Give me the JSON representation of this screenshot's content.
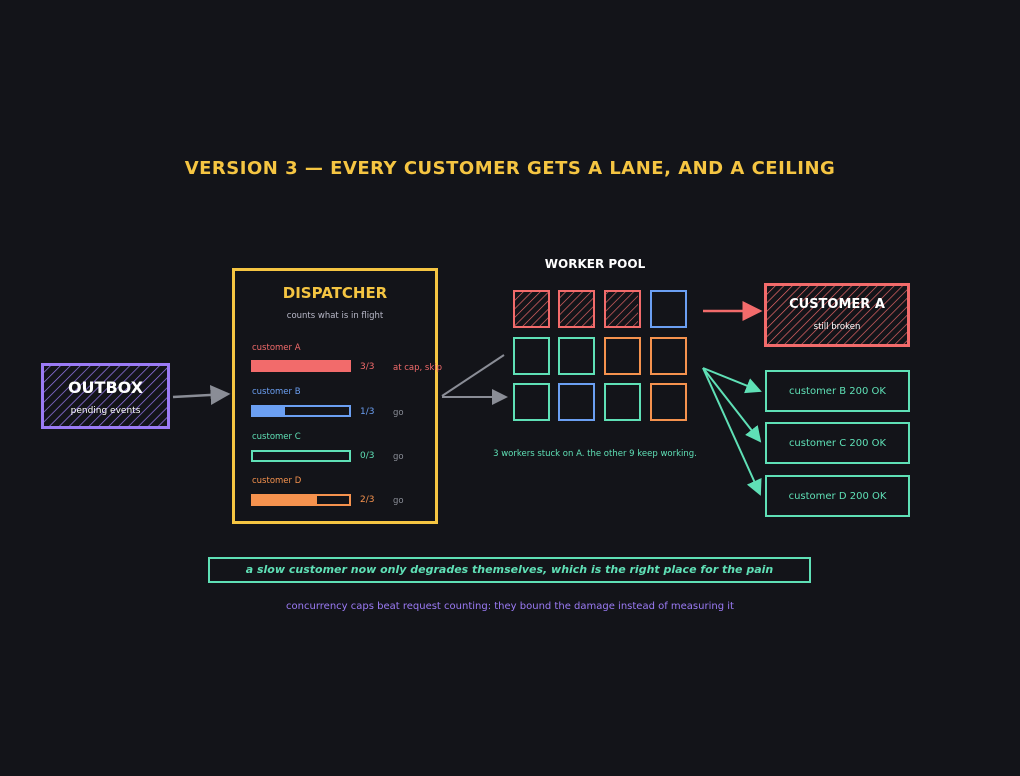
{
  "title": "VERSION 3 — EVERY CUSTOMER GETS A LANE, AND A CEILING",
  "outbox": {
    "title": "OUTBOX",
    "subtitle": "pending events"
  },
  "dispatcher": {
    "title": "DISPATCHER",
    "subtitle": "counts what is in flight",
    "lanes": [
      {
        "label": "customer A",
        "count": "3/3",
        "status": "at cap, skip",
        "fill": 1.0,
        "color": "#f26b6b"
      },
      {
        "label": "customer B",
        "count": "1/3",
        "status": "go",
        "fill": 0.333,
        "color": "#6b9ff2"
      },
      {
        "label": "customer C",
        "count": "0/3",
        "status": "go",
        "fill": 0.0,
        "color": "#5fe0b6"
      },
      {
        "label": "customer D",
        "count": "2/3",
        "status": "go",
        "fill": 0.667,
        "color": "#f5924e"
      }
    ]
  },
  "worker_pool": {
    "title": "WORKER POOL",
    "cell_colors": [
      [
        "#f26b6b",
        "#f26b6b",
        "#f26b6b",
        "#6b9ff2"
      ],
      [
        "#5fe0b6",
        "#5fe0b6",
        "#f5924e",
        "#f5924e"
      ],
      [
        "#5fe0b6",
        "#6b9ff2",
        "#5fe0b6",
        "#f5924e"
      ]
    ],
    "note": "3 workers stuck on A. the other 9 keep working."
  },
  "customer_a": {
    "title": "CUSTOMER A",
    "subtitle": "still broken"
  },
  "ok_boxes": [
    "customer B 200 OK",
    "customer C 200 OK",
    "customer D 200 OK"
  ],
  "banner": "a slow customer now only degrades themselves, which is the right place for the pain",
  "footer": "concurrency caps beat request counting: they bound the damage instead of measuring it",
  "colors": {
    "background": "#131419",
    "yellow": "#f5c542",
    "purple": "#9b7bf5",
    "red": "#f26b6b",
    "blue": "#6b9ff2",
    "teal": "#5fe0b6",
    "orange": "#f5924e",
    "arrow_gray": "#8a8d96"
  }
}
